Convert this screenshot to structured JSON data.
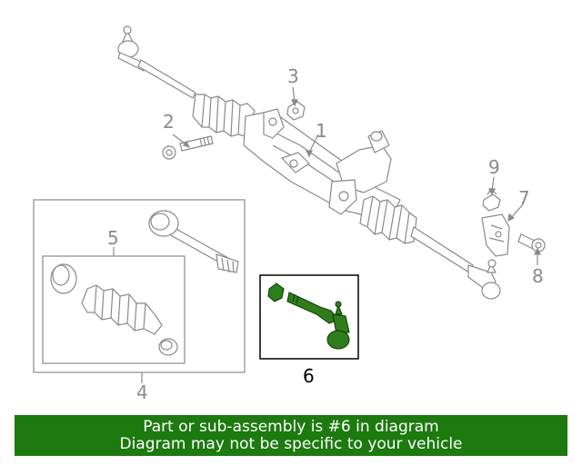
{
  "callouts": {
    "c1": "1",
    "c2": "2",
    "c3": "3",
    "c4": "4",
    "c5": "5",
    "c6": "6",
    "c7": "7",
    "c8": "8",
    "c9": "9"
  },
  "banner": {
    "line1": "Part or sub-assembly is #6 in diagram",
    "line2": "Diagram may not be specific to your vehicle"
  },
  "colors": {
    "highlight": "#2f7d1b",
    "banner_bg": "#1c7a0f",
    "line_art": "#8a8a8a"
  }
}
